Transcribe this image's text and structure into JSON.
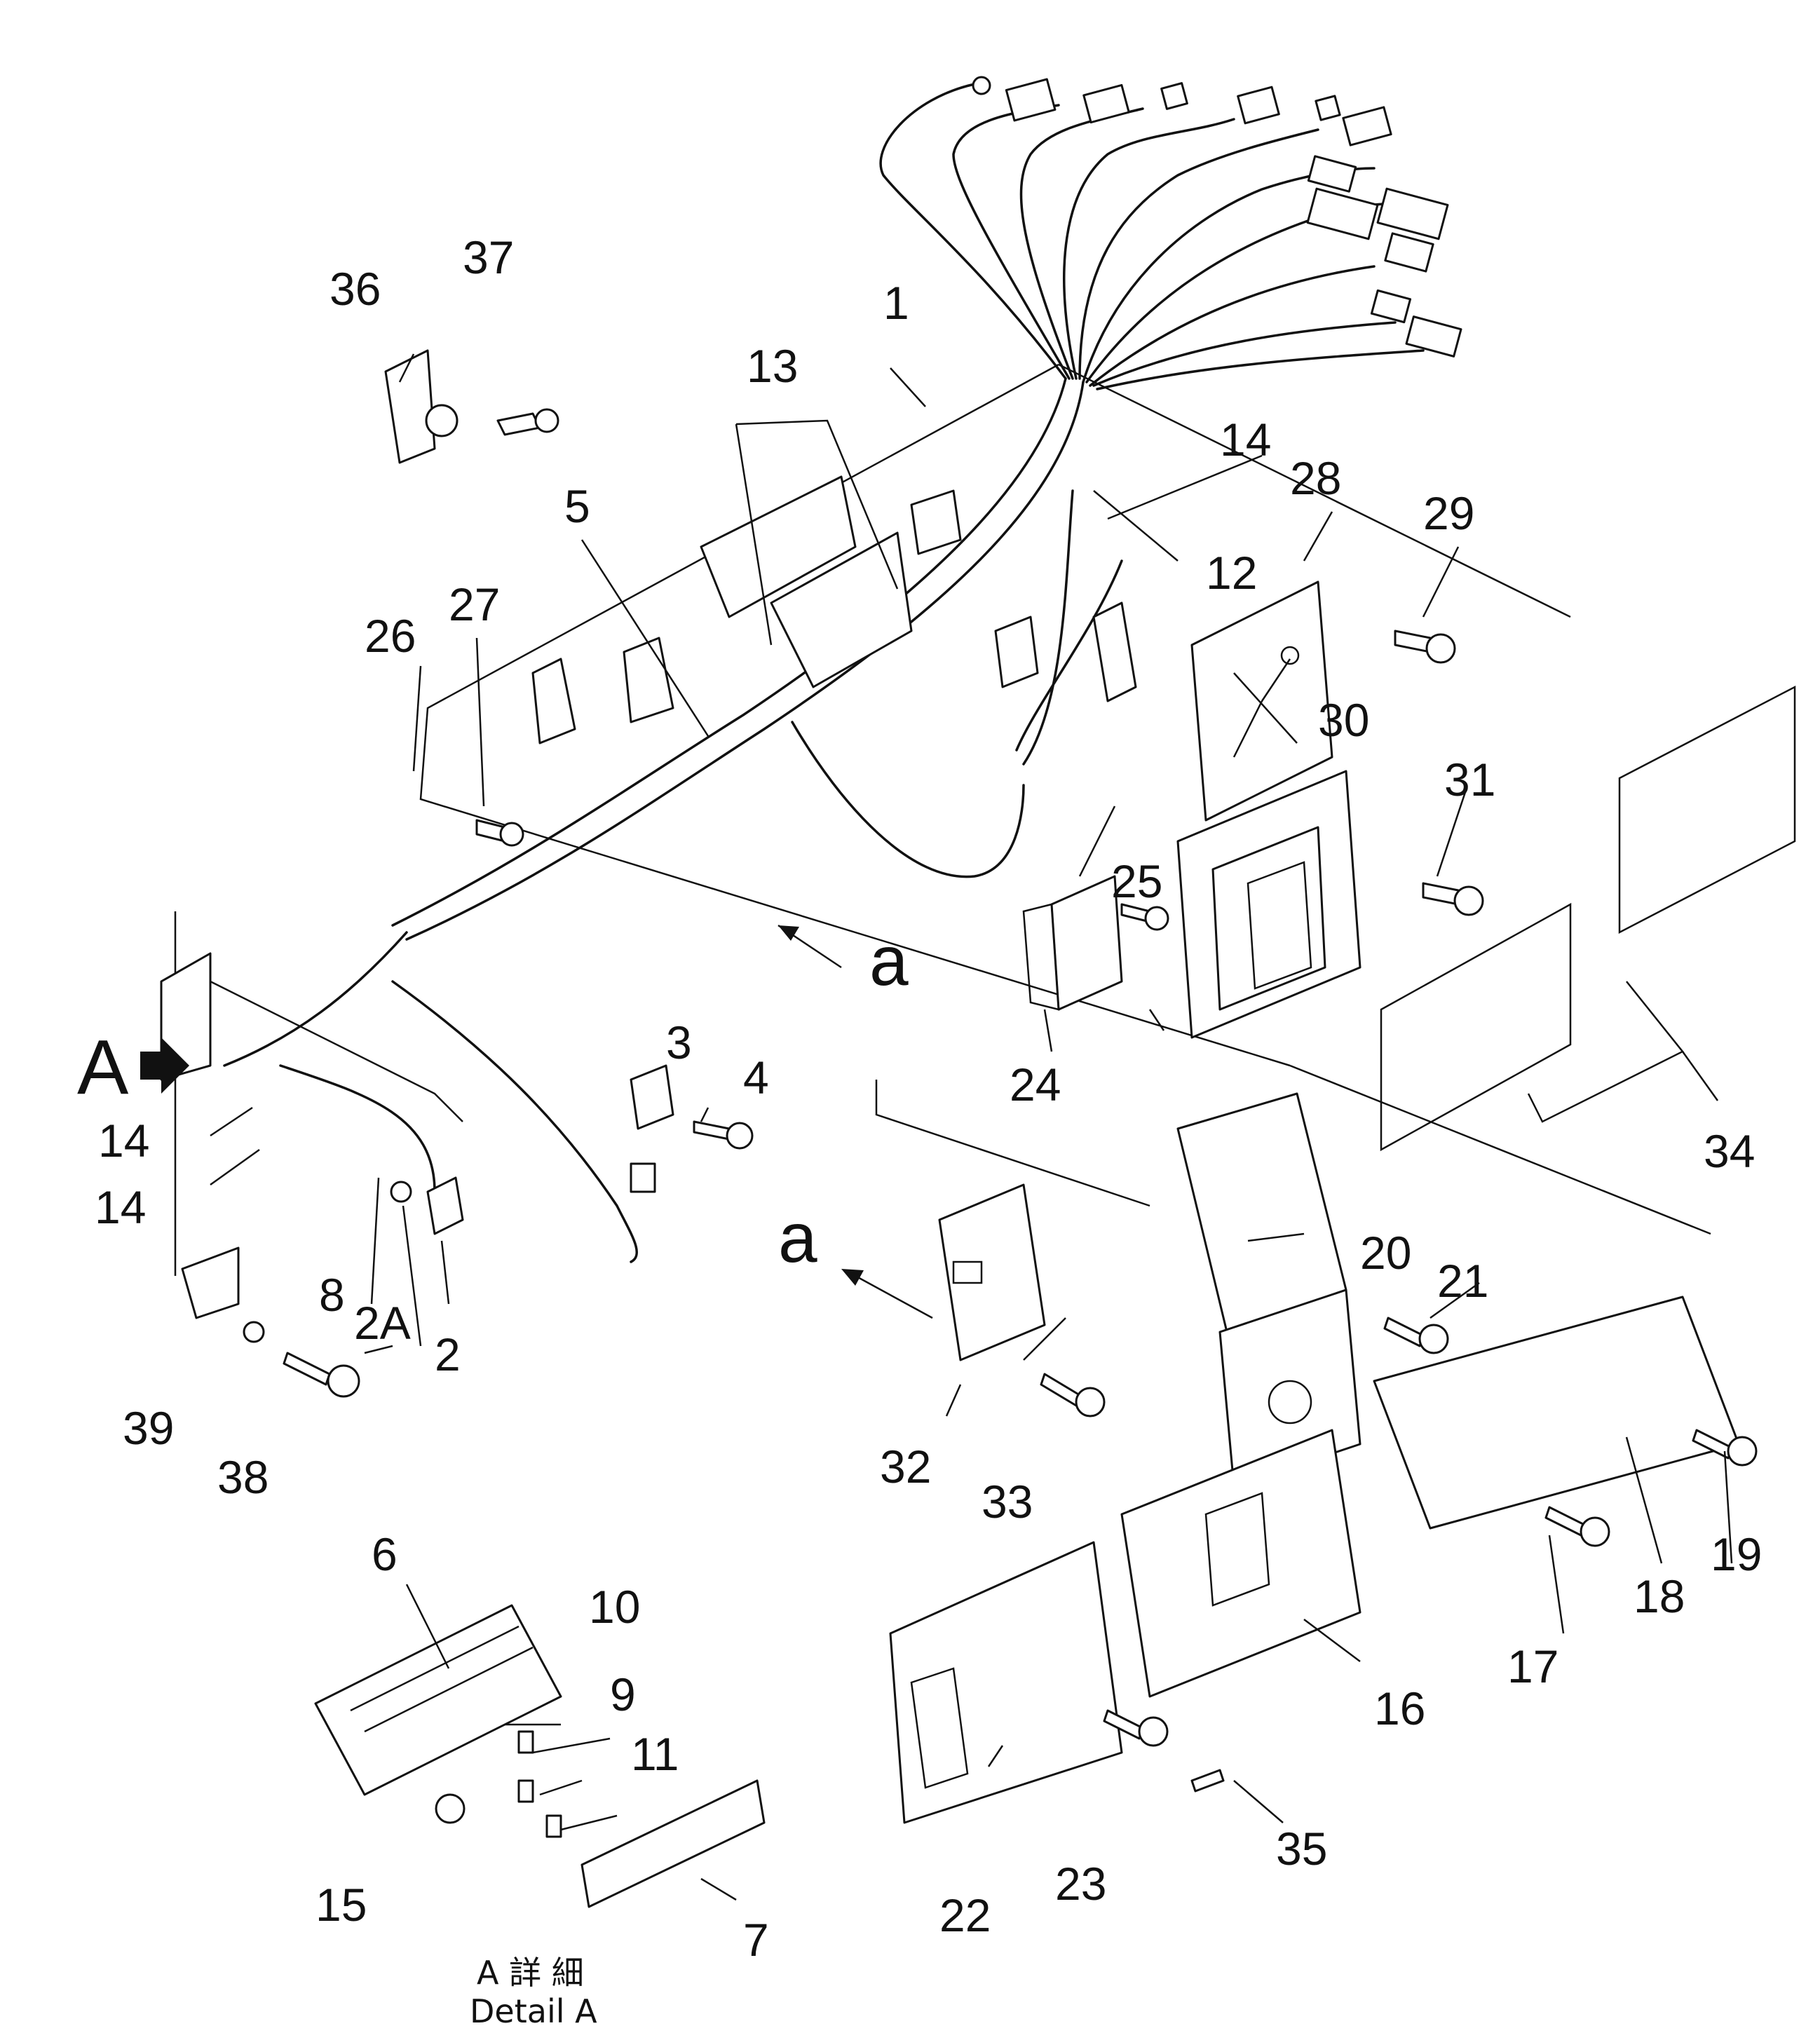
{
  "diagram": {
    "callouts": {
      "n1": "1",
      "n2": "2",
      "n2A": "2A",
      "n3": "3",
      "n4": "4",
      "n5": "5",
      "n6": "6",
      "n7": "7",
      "n8": "8",
      "n9": "9",
      "n10": "10",
      "n11": "11",
      "n12": "12",
      "n13": "13",
      "n14a": "14",
      "n14b": "14",
      "n14c": "14",
      "n15": "15",
      "n16": "16",
      "n17": "17",
      "n18": "18",
      "n19": "19",
      "n20": "20",
      "n21": "21",
      "n22": "22",
      "n23": "23",
      "n24": "24",
      "n25": "25",
      "n26": "26",
      "n27": "27",
      "n28": "28",
      "n29": "29",
      "n30": "30",
      "n31": "31",
      "n32": "32",
      "n33": "33",
      "n34": "34",
      "n35": "35",
      "n36": "36",
      "n37": "37",
      "n38": "38",
      "n39": "39"
    },
    "view_marker": "A",
    "arrow_refs": {
      "upper": "a",
      "lower": "a"
    },
    "detail_caption_jp": "A 詳 細",
    "detail_caption_en": "Detail A"
  }
}
